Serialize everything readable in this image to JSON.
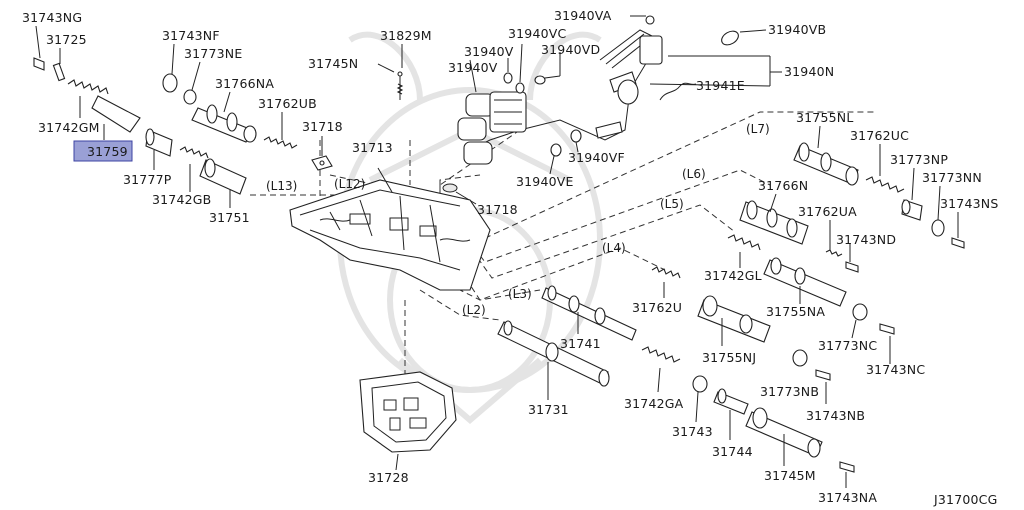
{
  "diagram": {
    "code": "J31700CG",
    "labels": {
      "p31743NG": "31743NG",
      "p31725": "31725",
      "p31742GM": "31742GM",
      "p31759": "31759",
      "p31777P": "31777P",
      "p31743NF": "31743NF",
      "p31773NE": "31773NE",
      "p31766NA": "31766NA",
      "p31762UB": "31762UB",
      "p31742GB": "31742GB",
      "p31751": "31751",
      "p31718a": "31718",
      "p31718b": "31718",
      "p31745N": "31745N",
      "p31829M": "31829M",
      "p31713": "31713",
      "p31728": "31728",
      "p31731": "31731",
      "p31741": "31741",
      "p31762U": "31762U",
      "p31742GA": "31742GA",
      "p31743": "31743",
      "p31744": "31744",
      "p31745M": "31745M",
      "p31743NA": "31743NA",
      "p31743NB": "31743NB",
      "p31773NB": "31773NB",
      "p31755NJ": "31755NJ",
      "p31755NA": "31755NA",
      "p31773NC": "31773NC",
      "p31743NC": "31743NC",
      "p31742GL": "31742GL",
      "p31762UA": "31762UA",
      "p31743ND": "31743ND",
      "p31766N": "31766N",
      "p31755NL": "31755NL",
      "p31762UC": "31762UC",
      "p31773NP": "31773NP",
      "p31773NN": "31773NN",
      "p31743NS": "31743NS",
      "p31940VA": "31940VA",
      "p31940VB": "31940VB",
      "p31940VC": "31940VC",
      "p31940VD": "31940VD",
      "p31940V1": "31940V",
      "p31940V2": "31940V",
      "p31940N": "31940N",
      "p31941E": "31941E",
      "p31940VF": "31940VF",
      "p31940VE": "31940VE"
    },
    "lanes": {
      "L2": "(L2)",
      "L3": "(L3)",
      "L4": "(L4)",
      "L5": "(L5)",
      "L6": "(L6)",
      "L7": "(L7)",
      "L12": "(L12)",
      "L13": "(L13)"
    },
    "highlighted_part": "31759",
    "highlight_color": "#9aa0d6"
  }
}
